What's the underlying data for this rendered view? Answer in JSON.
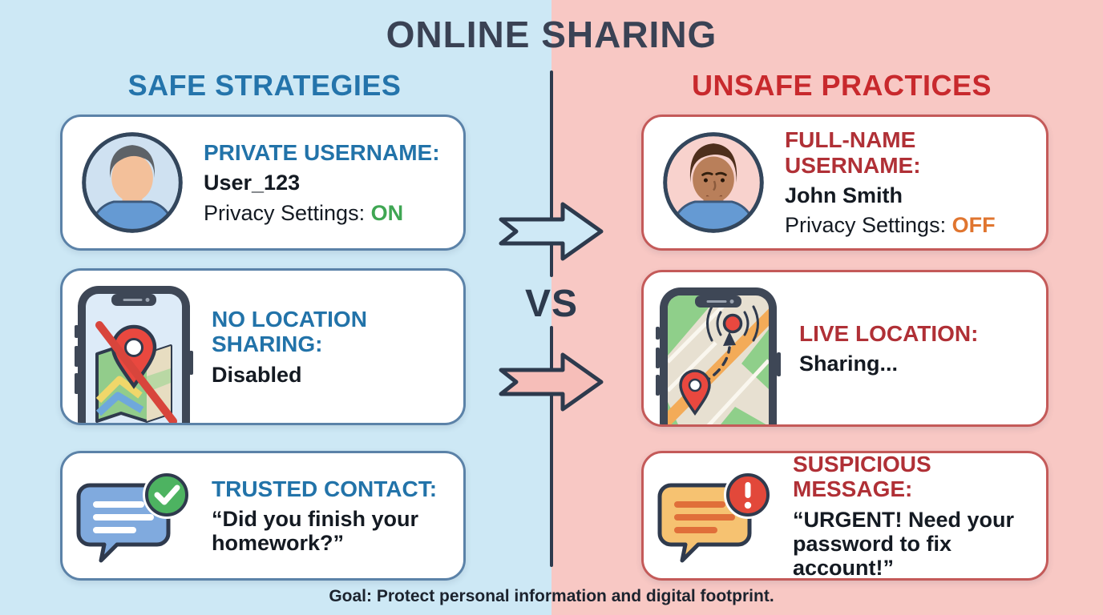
{
  "title": "ONLINE SHARING",
  "center": {
    "vs_label": "VS"
  },
  "footer_goal": "Goal: Protect personal information and digital footprint.",
  "left_panel": {
    "header": "SAFE STRATEGIES",
    "cards": [
      {
        "icon": "avatar-icon",
        "heading": "PRIVATE USERNAME:",
        "value": "User_123",
        "status_label": "Privacy Settings: ",
        "status_value": "ON"
      },
      {
        "icon": "phone-map-blocked-icon",
        "heading": "NO LOCATION SHARING:",
        "value": "Disabled"
      },
      {
        "icon": "chat-verified-icon",
        "heading": "TRUSTED CONTACT:",
        "value": "“Did you finish your homework?”"
      }
    ]
  },
  "right_panel": {
    "header": "UNSAFE PRACTICES",
    "cards": [
      {
        "icon": "avatar-icon",
        "heading": "FULL-NAME USERNAME:",
        "value": "John Smith",
        "status_label": "Privacy Settings: ",
        "status_value": "OFF"
      },
      {
        "icon": "phone-map-live-icon",
        "heading": "LIVE LOCATION:",
        "value": "Sharing..."
      },
      {
        "icon": "chat-alert-icon",
        "heading": "SUSPICIOUS MESSAGE:",
        "value": "“URGENT! Need your password to fix account!”"
      }
    ]
  },
  "colors": {
    "left_bg": "#cde8f5",
    "right_bg": "#f8c8c4",
    "title_color": "#3a4254",
    "safe_heading": "#2474ab",
    "unsafe_heading": "#c8292d",
    "card_heading_safe": "#2273a9",
    "card_heading_unsafe": "#b03036",
    "status_on": "#3fa653",
    "status_off": "#e0752f",
    "card_border_safe": "#5b82a8",
    "card_border_unsafe": "#c45a59",
    "divider": "#2d3a4d",
    "body_text": "#141a22"
  }
}
